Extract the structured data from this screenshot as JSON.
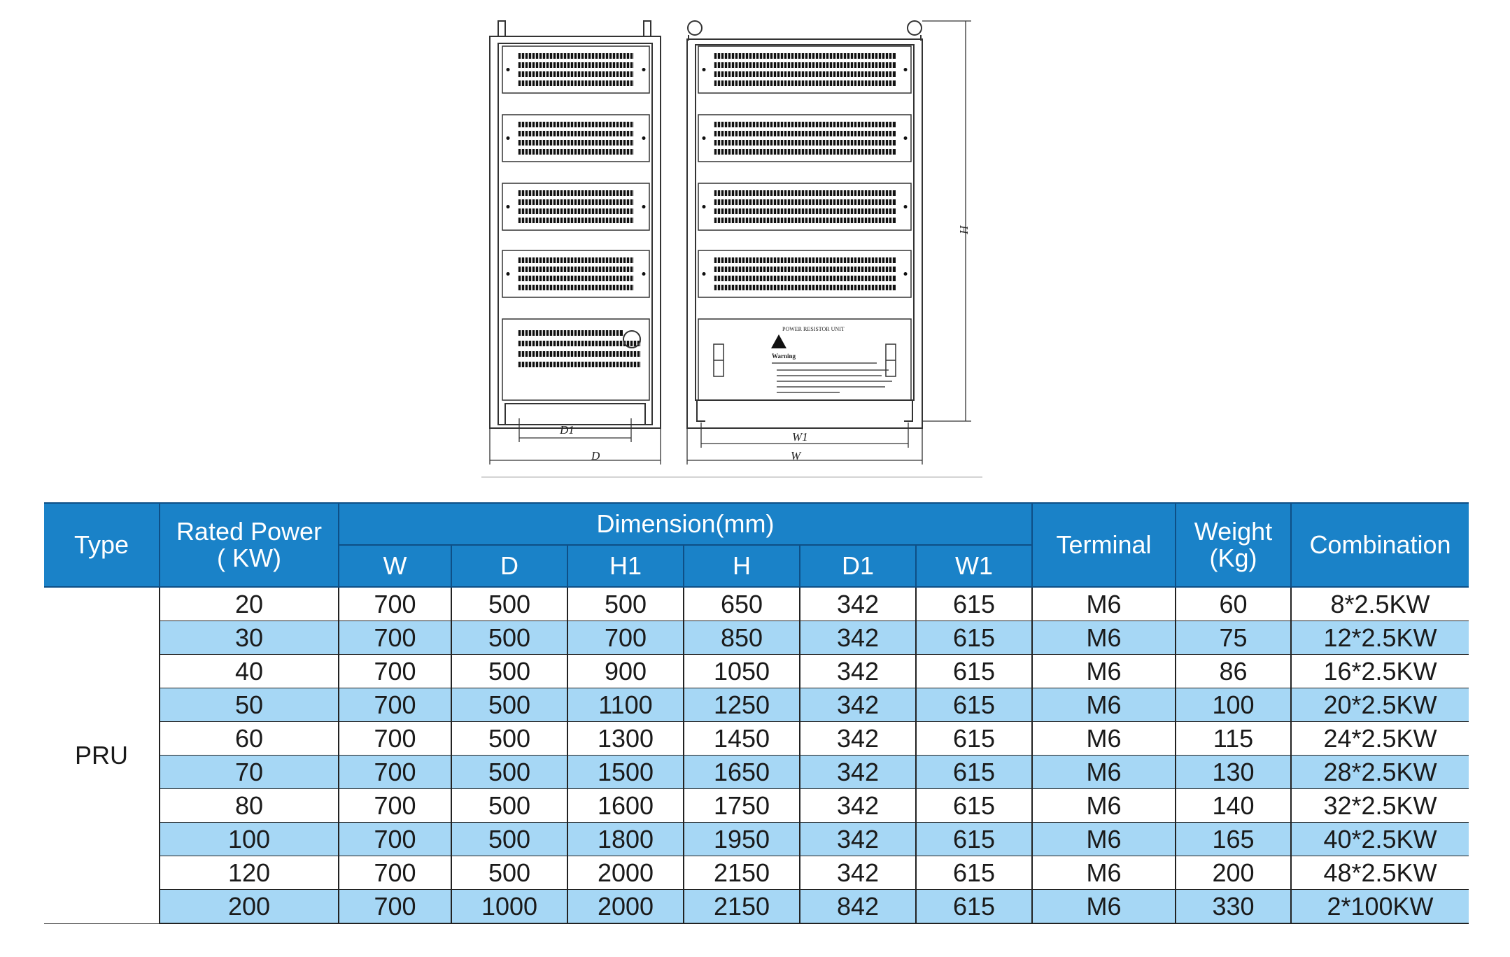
{
  "drawing": {
    "panel_label": "POWER RESISTOR UNIT",
    "warning_title": "Warning",
    "dim_labels": {
      "d1": "D1",
      "d": "D",
      "w1": "W1",
      "w": "W",
      "h": "H"
    }
  },
  "table": {
    "headers": {
      "type": "Type",
      "rated_power_line1": "Rated Power",
      "rated_power_line2": "( KW)",
      "dimension": "Dimension(mm)",
      "dims": [
        "W",
        "D",
        "H1",
        "H",
        "D1",
        "W1"
      ],
      "terminal": "Terminal",
      "weight_line1": "Weight",
      "weight_line2": "(Kg)",
      "combination": "Combination"
    },
    "type_value": "PRU",
    "rows": [
      [
        "20",
        "700",
        "500",
        "500",
        "650",
        "342",
        "615",
        "M6",
        "60",
        "8*2.5KW"
      ],
      [
        "30",
        "700",
        "500",
        "700",
        "850",
        "342",
        "615",
        "M6",
        "75",
        "12*2.5KW"
      ],
      [
        "40",
        "700",
        "500",
        "900",
        "1050",
        "342",
        "615",
        "M6",
        "86",
        "16*2.5KW"
      ],
      [
        "50",
        "700",
        "500",
        "1100",
        "1250",
        "342",
        "615",
        "M6",
        "100",
        "20*2.5KW"
      ],
      [
        "60",
        "700",
        "500",
        "1300",
        "1450",
        "342",
        "615",
        "M6",
        "115",
        "24*2.5KW"
      ],
      [
        "70",
        "700",
        "500",
        "1500",
        "1650",
        "342",
        "615",
        "M6",
        "130",
        "28*2.5KW"
      ],
      [
        "80",
        "700",
        "500",
        "1600",
        "1750",
        "342",
        "615",
        "M6",
        "140",
        "32*2.5KW"
      ],
      [
        "100",
        "700",
        "500",
        "1800",
        "1950",
        "342",
        "615",
        "M6",
        "165",
        "40*2.5KW"
      ],
      [
        "120",
        "700",
        "500",
        "2000",
        "2150",
        "342",
        "615",
        "M6",
        "200",
        "48*2.5KW"
      ],
      [
        "200",
        "700",
        "1000",
        "2000",
        "2150",
        "842",
        "615",
        "M6",
        "330",
        "2*100KW"
      ]
    ],
    "colors": {
      "header_bg": "#1a82c8",
      "alt_row_bg": "#a6d7f5"
    }
  }
}
